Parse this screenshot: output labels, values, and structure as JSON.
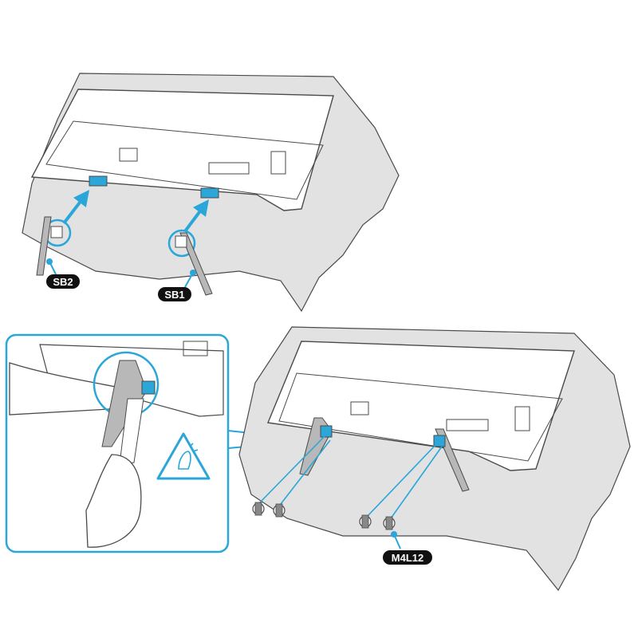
{
  "labels": {
    "sb2": "SB2",
    "sb1": "SB1",
    "screw": "M4L12"
  },
  "colors": {
    "line": "#4a4a4a",
    "cloth": "#e2e2e2",
    "tv_back": "#ffffff",
    "accent": "#2aa6d9",
    "label_bg": "#111111",
    "label_text": "#ffffff"
  },
  "icons": {
    "warning": "pinch-caution-icon",
    "arrow": "insert-arrow-icon"
  }
}
